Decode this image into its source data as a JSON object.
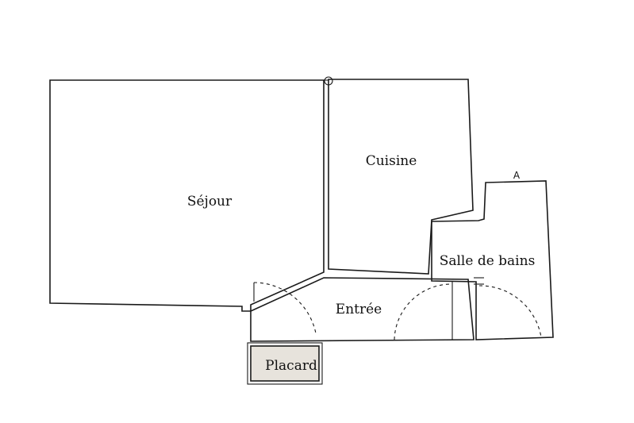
{
  "rooms": {
    "sejour": "Séjour",
    "cuisine": "Cuisine",
    "salle_de_bains": "Salle de bains",
    "entree": "Entrée",
    "placard": "Placard"
  },
  "marker": "A",
  "colors": {
    "walls": "#1a1a1a",
    "background": "#ffffff",
    "closet_fill": "#e7e3dc"
  }
}
